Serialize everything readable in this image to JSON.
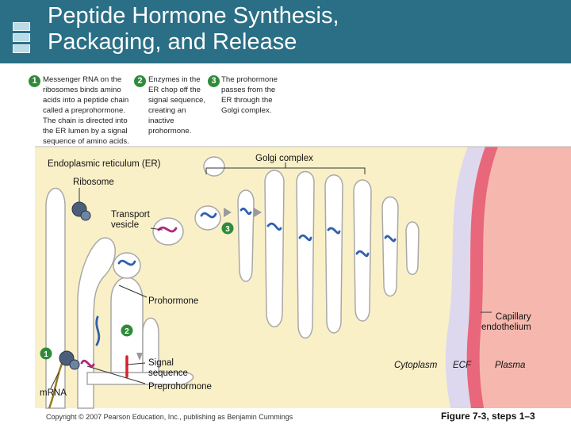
{
  "header": {
    "title": "Peptide Hormone Synthesis,\nPackaging, and Release"
  },
  "steps": [
    {
      "number": "1",
      "text": "Messenger RNA on the\nribosomes binds amino\nacids into a peptide chain\ncalled a preprohormone.\nThe chain is directed into\nthe ER lumen by a signal\nsequence of amino acids."
    },
    {
      "number": "2",
      "text": "Enzymes in the\nER chop off the\nsignal sequence,\ncreating an\ninactive\nprohormone."
    },
    {
      "number": "3",
      "text": "The prohormone\npasses from the\nER through the\nGolgi complex."
    }
  ],
  "labels": {
    "er": "Endoplasmic reticulum (ER)",
    "golgi": "Golgi complex",
    "ribosome": "Ribosome",
    "transport_vesicle": "Transport\nvesicle",
    "prohormone": "Prohormone",
    "capillary": "Capillary\nendothelium",
    "signal_sequence": "Signal\nsequence",
    "preprohormone": "Preprohormone",
    "mrna": "mRNA",
    "cytoplasm": "Cytoplasm",
    "ecf": "ECF",
    "plasma": "Plasma"
  },
  "diagram_markers": [
    "1",
    "2",
    "3"
  ],
  "footer": {
    "copyright": "Copyright © 2007 Pearson Education, Inc., publishing as Benjamin Cummings",
    "figure": "Figure 7-3, steps 1–3"
  },
  "colors": {
    "header_bg": "#2a6f86",
    "cytoplasm": "#faf0c8",
    "ecf": "#ddd8ee",
    "capillary": "#e8677a",
    "plasma": "#f6b8ae",
    "step_marker": "#2e8b3a",
    "prohormone": "#2f5fb0",
    "signal_sequence": "#d8222c",
    "preprohormone": "#b0267a"
  }
}
